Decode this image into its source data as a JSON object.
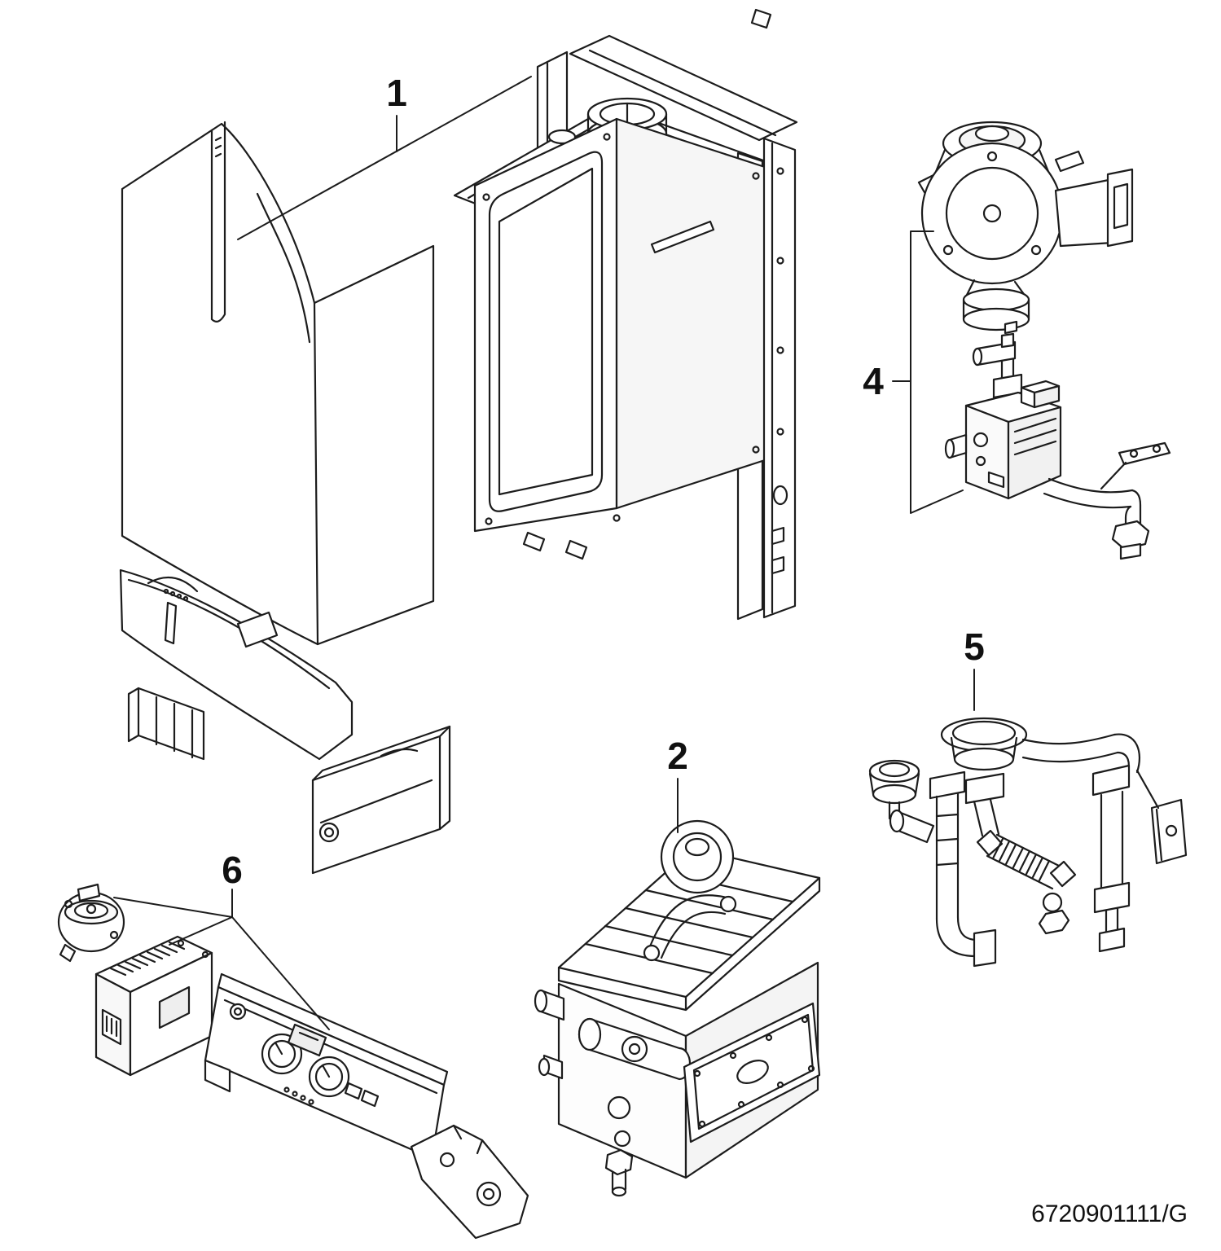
{
  "page": {
    "background_color": "#ffffff",
    "line_color": "#1c1c1c",
    "doc_code": "6720901111/G"
  },
  "callouts": {
    "c1": {
      "label": "1",
      "part_name": "outer-casing-and-inner-chassis"
    },
    "c2": {
      "label": "2",
      "part_name": "gas-air-heat-exchanger-assembly"
    },
    "c4": {
      "label": "4",
      "part_name": "fan-and-gas-valve-group"
    },
    "c5": {
      "label": "5",
      "part_name": "hydraulic-pipe-manifold-assembly"
    },
    "c6": {
      "label": "6",
      "part_name": "pressure-switch-pcb-and-control-panel"
    }
  }
}
